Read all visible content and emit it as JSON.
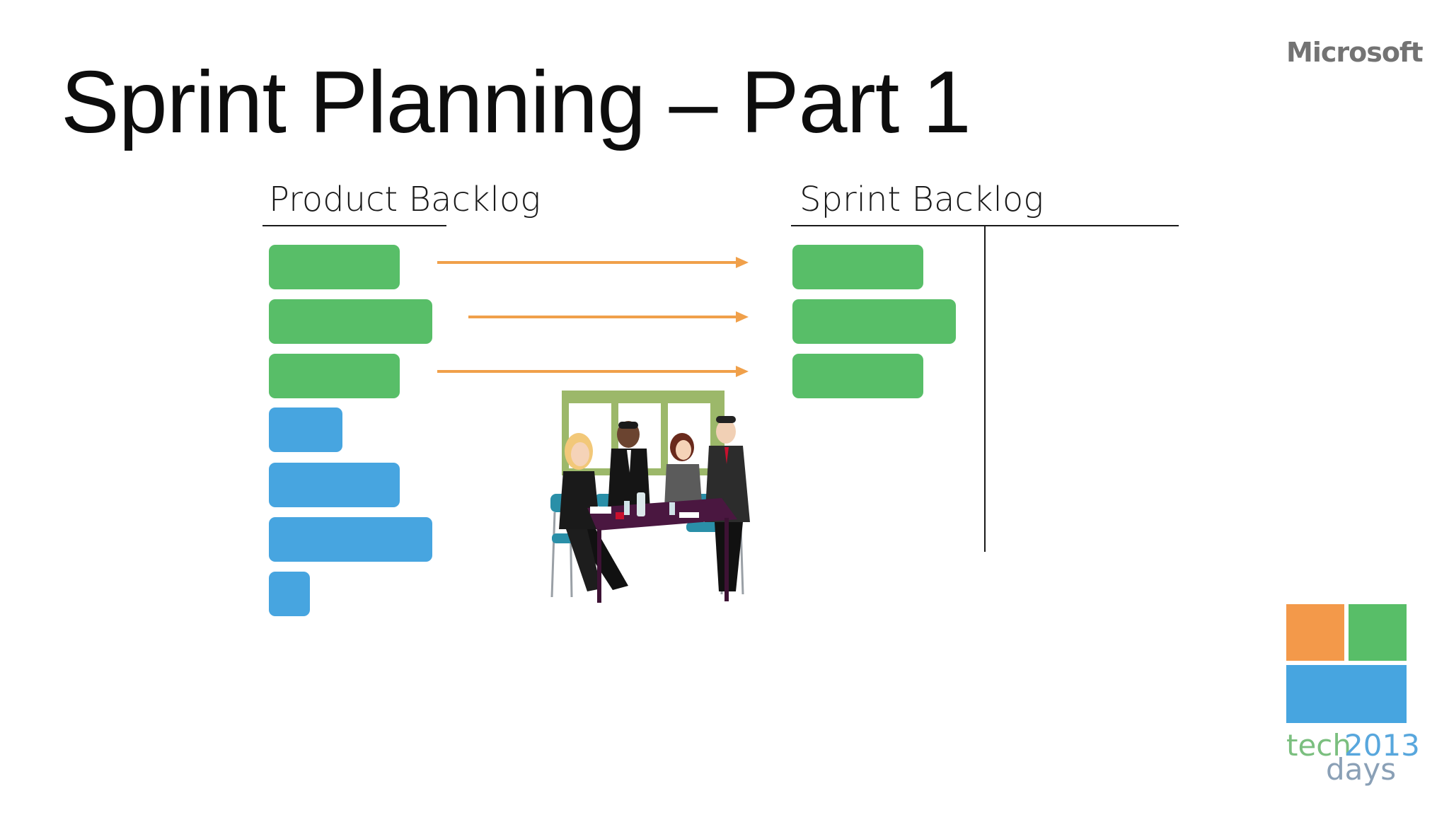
{
  "slide": {
    "title": "Sprint Planning – Part 1"
  },
  "branding": {
    "company": "Microsoft",
    "event": {
      "word1": "tech",
      "year": "2013",
      "word2": "days"
    },
    "tile_colors": {
      "orange": "#f3994a",
      "green": "#58be68",
      "blue": "#47a5e0"
    }
  },
  "product_backlog": {
    "header": "Product Backlog",
    "items": [
      {
        "status": "selected",
        "color": "#58be68"
      },
      {
        "status": "selected",
        "color": "#58be68"
      },
      {
        "status": "selected",
        "color": "#58be68"
      },
      {
        "status": "remaining",
        "color": "#47a5e0"
      },
      {
        "status": "remaining",
        "color": "#47a5e0"
      },
      {
        "status": "remaining",
        "color": "#47a5e0"
      },
      {
        "status": "remaining",
        "color": "#47a5e0"
      }
    ]
  },
  "sprint_backlog": {
    "header": "Sprint Backlog",
    "items": [
      {
        "color": "#58be68"
      },
      {
        "color": "#58be68"
      },
      {
        "color": "#58be68"
      }
    ]
  },
  "arrows": {
    "count": 3,
    "color": "#f0a04a"
  },
  "illustration": {
    "subject": "team-meeting-clipart"
  }
}
